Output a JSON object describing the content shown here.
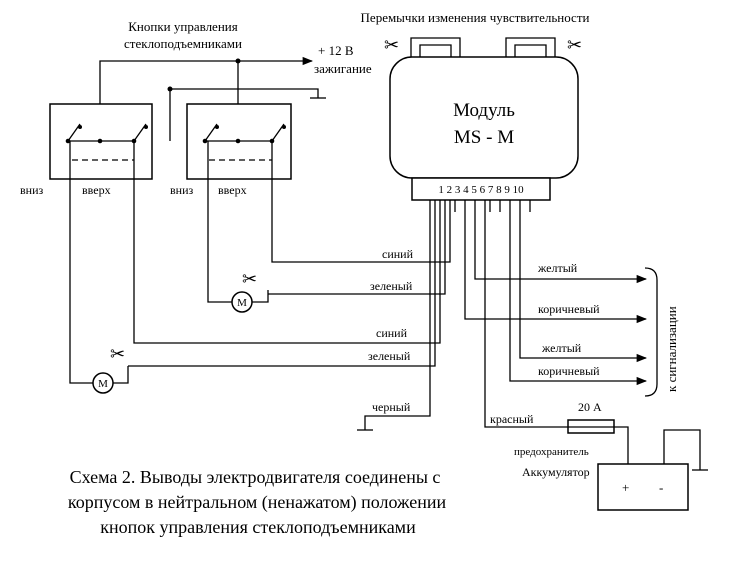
{
  "labels": {
    "window_buttons": [
      "Кнопки управления",
      "стеклоподъемниками"
    ],
    "jumpers": "Перемычки изменения чувствительности",
    "ignition": [
      "+ 12 В",
      "зажигание"
    ],
    "module": [
      "Модуль",
      "MS - M"
    ],
    "pins": "1 2 3 4 5  6 7 8  9 10",
    "down": "вниз",
    "up": "вверх",
    "blue": "синий",
    "green": "зеленый",
    "yellow": "желтый",
    "brown": "коричневый",
    "black": "черный",
    "red": "красный",
    "fuse_rating": "20 А",
    "fuse": "предохранитель",
    "battery": "Аккумулятор",
    "plus": "+",
    "minus": "-",
    "alarm": "к сигнализации",
    "motor": "M",
    "caption": [
      "Схема 2. Выводы электродвигателя соединены с",
      "корпусом в нейтральном (ненажатом) положении",
      "кнопок управления стеклоподъемниками"
    ]
  },
  "icons": {
    "scissors": "scissors-icon",
    "motor": "motor-icon",
    "ground": "ground-icon"
  }
}
